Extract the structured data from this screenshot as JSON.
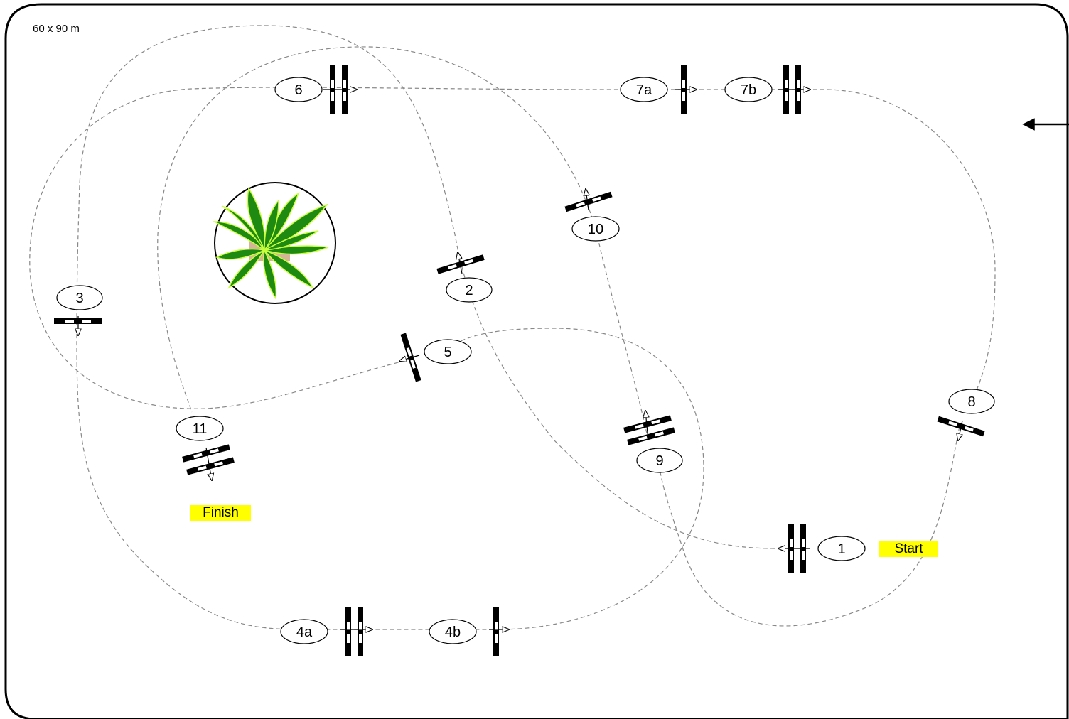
{
  "arena": {
    "size_label": "60 x 90 m"
  },
  "markers": {
    "start": "Start",
    "finish": "Finish"
  },
  "fences": [
    {
      "id": "f1",
      "label": "1"
    },
    {
      "id": "f2",
      "label": "2"
    },
    {
      "id": "f3",
      "label": "3"
    },
    {
      "id": "f4a",
      "label": "4a"
    },
    {
      "id": "f4b",
      "label": "4b"
    },
    {
      "id": "f5",
      "label": "5"
    },
    {
      "id": "f6",
      "label": "6"
    },
    {
      "id": "f7a",
      "label": "7a"
    },
    {
      "id": "f7b",
      "label": "7b"
    },
    {
      "id": "f8",
      "label": "8"
    },
    {
      "id": "f9",
      "label": "9"
    },
    {
      "id": "f10",
      "label": "10"
    },
    {
      "id": "f11",
      "label": "11"
    }
  ],
  "colors": {
    "marker_bg": "#ffff00",
    "plant_green": "#1f8a12",
    "plant_outline": "#c8ff3c",
    "route": "#888888"
  },
  "icons": {
    "entrance": "arrow-left-icon",
    "plant": "plant-icon"
  }
}
